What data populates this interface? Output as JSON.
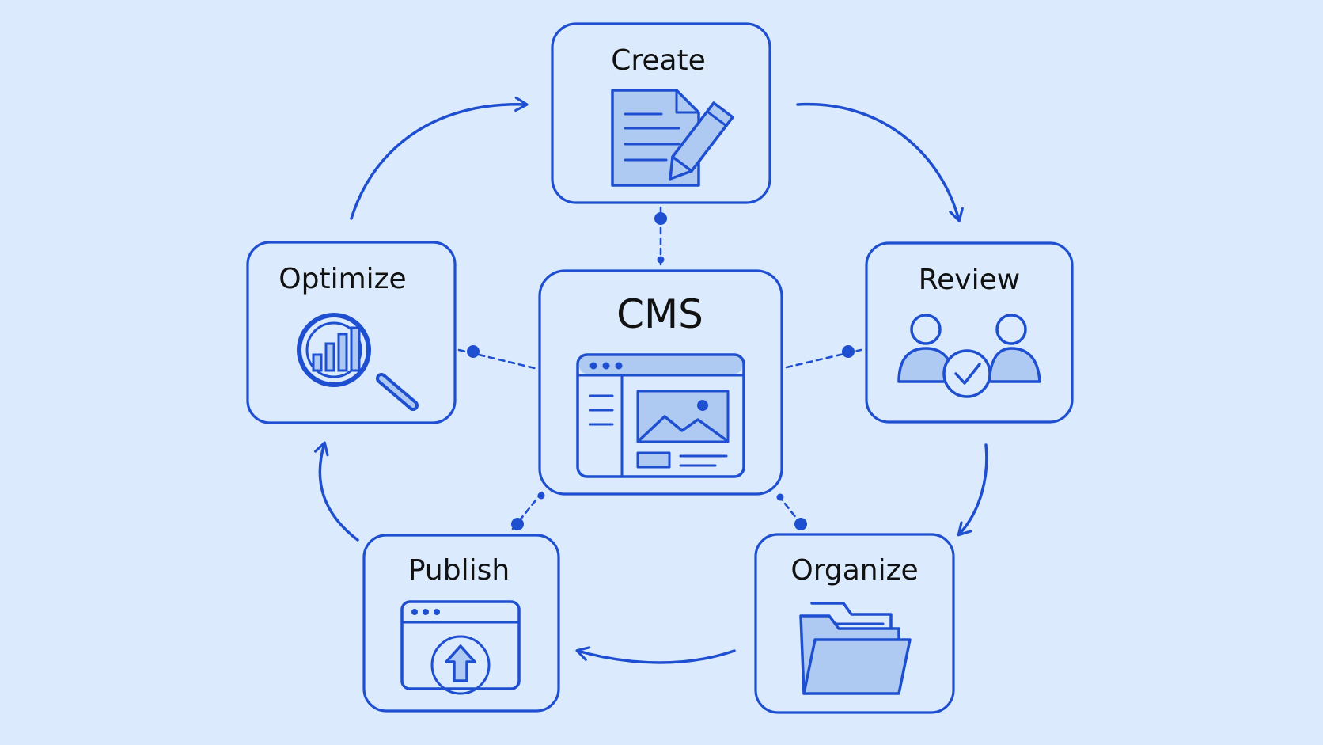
{
  "diagram": {
    "center": {
      "label": "CMS",
      "icon": "cms-browser-window-icon"
    },
    "stages": [
      {
        "key": "create",
        "label": "Create",
        "icon": "document-pencil-icon"
      },
      {
        "key": "review",
        "label": "Review",
        "icon": "users-check-icon"
      },
      {
        "key": "organize",
        "label": "Organize",
        "icon": "folder-icon"
      },
      {
        "key": "publish",
        "label": "Publish",
        "icon": "browser-upload-icon"
      },
      {
        "key": "optimize",
        "label": "Optimize",
        "icon": "magnifier-chart-icon"
      }
    ],
    "colors": {
      "background": "#dbeafc",
      "ink": "#1e4fd1",
      "shade": "#aecaf3",
      "text": "#111111"
    }
  }
}
